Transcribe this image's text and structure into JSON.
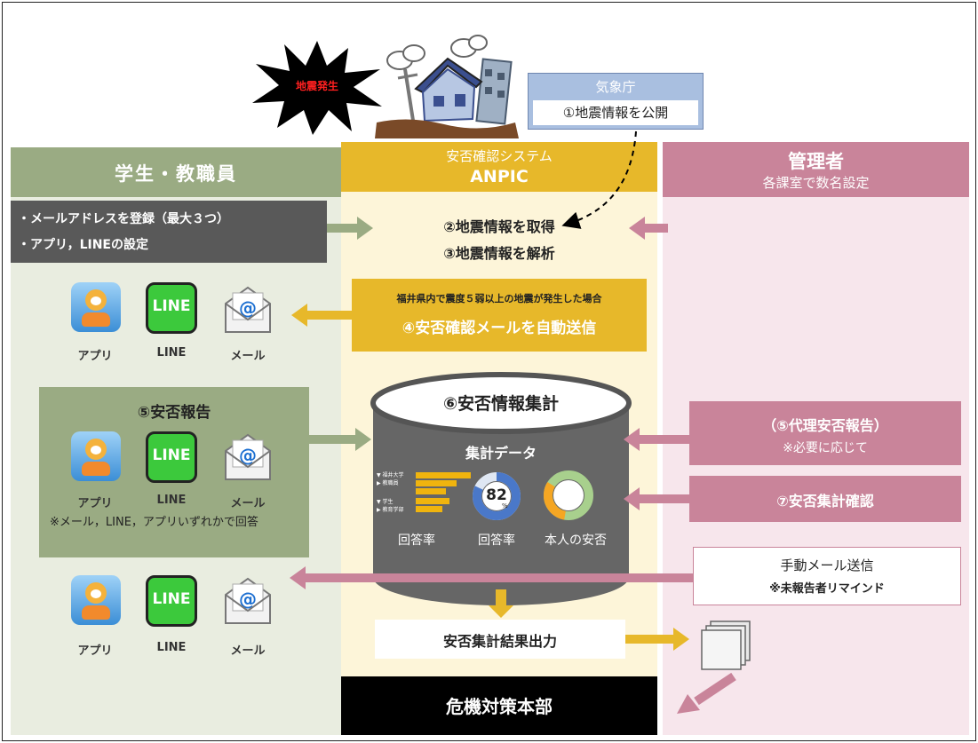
{
  "colors": {
    "student_bg": "#e9ede0",
    "student_header": "#9aab83",
    "system_bg": "#fdf5d9",
    "system_header": "#e7b82a",
    "admin_bg": "#f7e6ec",
    "admin_header": "#c9849a",
    "dark_box": "#595959",
    "gold_box": "#e7b82a",
    "hq": "#000000"
  },
  "earthquake": {
    "label": "地震発生"
  },
  "jma": {
    "title": "気象庁",
    "step1": "①地震情報を公開"
  },
  "student": {
    "title": "学生・教職員",
    "register_lines": [
      "・メールアドレスを登録（最大３つ）",
      "・アプリ，LINEの設定"
    ],
    "report_title": "⑤安否報告",
    "report_note": "※メール，LINE，アプリいずれかで回答"
  },
  "channels": {
    "app": "アプリ",
    "line": "LINE",
    "mail": "メール",
    "line_logo": "LINE",
    "app_icon": "app-icon",
    "mail_icon": "mail-envelope-icon"
  },
  "system": {
    "title_top": "安否確認システム",
    "title_name": "ANPIC",
    "step2": "②地震情報を取得",
    "step3": "③地震情報を解析",
    "condition": "福井県内で震度５弱以上の地震が発生した場合",
    "step4": "④安否確認メールを自動送信",
    "db_title": "⑥安否情報集計",
    "data_title": "集計データ",
    "bars_labels": [
      "▼ 福井大学",
      "▶ 教職員",
      "▼ 学生",
      "▶ 教育学部"
    ],
    "donut_value": "82",
    "donut_unit": "%",
    "chart_labels": [
      "回答率",
      "回答率",
      "本人の安否"
    ],
    "output": "安否集計結果出力",
    "hq": "危機対策本部"
  },
  "admin": {
    "title": "管理者",
    "subtitle": "各課室で数名設定",
    "proxy_title": "（⑤代理安否報告）",
    "proxy_note": "※必要に応じて",
    "step7": "⑦安否集計確認",
    "manual_title": "手動メール送信",
    "manual_note": "※未報告者リマインド"
  }
}
